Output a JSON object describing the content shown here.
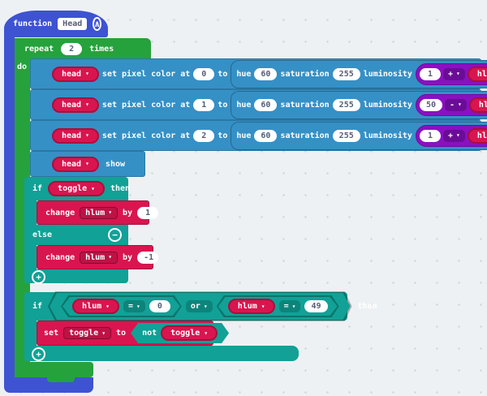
{
  "icons": {
    "dropdown_arrow": "▾",
    "collapse_arrow": "∧",
    "plus": "+",
    "minus": "−"
  },
  "function_block": {
    "label": "function",
    "name": "Head"
  },
  "repeat_block": {
    "label_repeat": "repeat",
    "count": "2",
    "label_times": "times",
    "label_do": "do"
  },
  "pixel_rows": [
    {
      "target": "head",
      "label_action": "set pixel color at",
      "index": "0",
      "label_to": "to",
      "label_hue": "hue",
      "hue": "60",
      "label_saturation": "saturation",
      "saturation": "255",
      "label_luminosity": "luminosity",
      "lum_left": "1",
      "lum_op": "+",
      "lum_var": "hlum"
    },
    {
      "target": "head",
      "label_action": "set pixel color at",
      "index": "1",
      "label_to": "to",
      "label_hue": "hue",
      "hue": "60",
      "label_saturation": "saturation",
      "saturation": "255",
      "label_luminosity": "luminosity",
      "lum_left": "50",
      "lum_op": "-",
      "lum_var": "hlum"
    },
    {
      "target": "head",
      "label_action": "set pixel color at",
      "index": "2",
      "label_to": "to",
      "label_hue": "hue",
      "hue": "60",
      "label_saturation": "saturation",
      "saturation": "255",
      "label_luminosity": "luminosity",
      "lum_left": "1",
      "lum_op": "+",
      "lum_var": "hlum"
    }
  ],
  "show_block": {
    "target": "head",
    "label_show": "show"
  },
  "if_else_block": {
    "label_if": "if",
    "condition_var": "toggle",
    "label_then": "then",
    "label_else": "else",
    "change_then": {
      "label_change": "change",
      "var": "hlum",
      "label_by": "by",
      "value": "1"
    },
    "change_else": {
      "label_change": "change",
      "var": "hlum",
      "label_by": "by",
      "value": "-1"
    }
  },
  "if_or_block": {
    "label_if": "if",
    "label_or": "or",
    "label_then": "then",
    "cmp_left": {
      "var": "hlum",
      "op": "=",
      "value": "0"
    },
    "cmp_right": {
      "var": "hlum",
      "op": "=",
      "value": "49"
    },
    "set_block": {
      "label_set": "set",
      "var": "toggle",
      "label_to": "to",
      "label_not": "not",
      "not_var": "toggle"
    }
  },
  "colors": {
    "function_blue": "#3e53d2",
    "loops_green": "#26a23c",
    "neopixel_blue": "#3590c6",
    "logic_teal": "#11a196",
    "variables_red": "#d9154f",
    "math_purple": "#8a10c2",
    "background": "#eef1f3"
  }
}
